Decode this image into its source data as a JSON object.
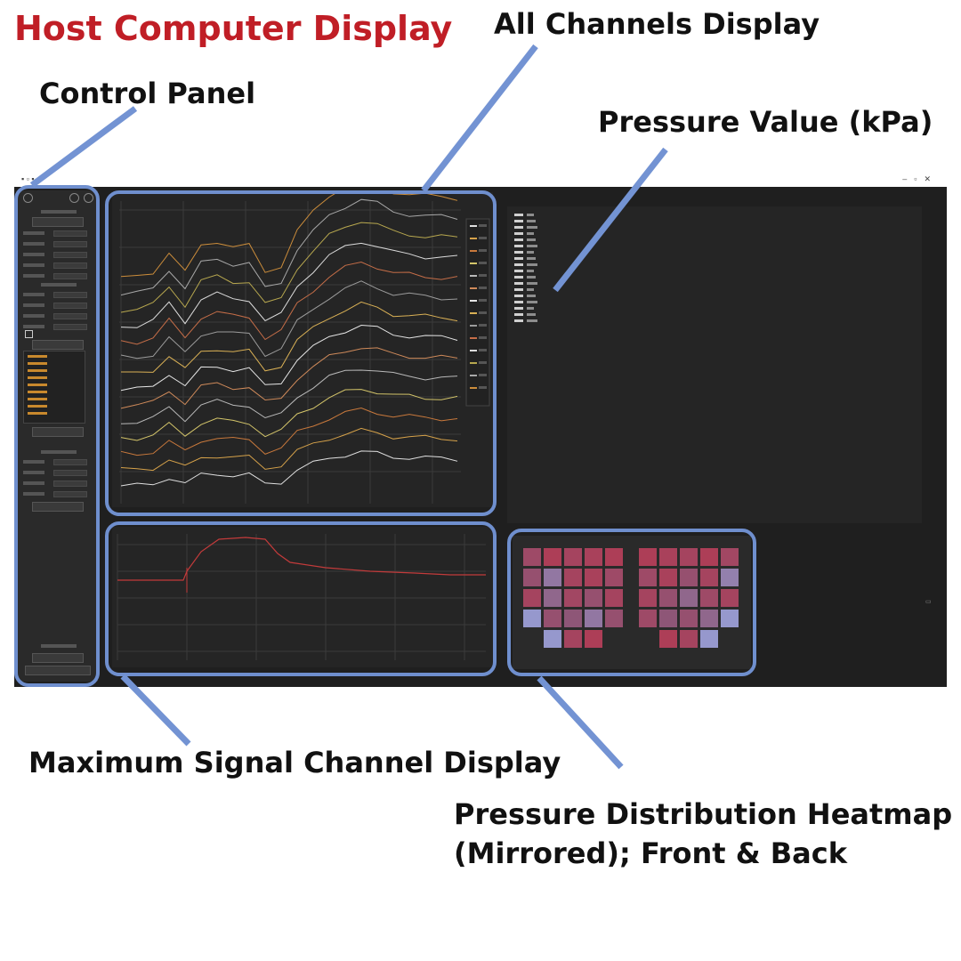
{
  "labels": {
    "main_title": "Host Computer Display",
    "all_channels": "All Channels Display",
    "control_panel": "Control Panel",
    "pressure_value": "Pressure Value (kPa)",
    "max_signal": "Maximum Signal Channel Display",
    "heatmap_line1": "Pressure Distribution Heatmap",
    "heatmap_line2": "(Mirrored); Front & Back"
  },
  "colors": {
    "title_red": "#c01e26",
    "highlight_blue": "#6f8fce",
    "app_bg": "#1f1f1f",
    "panel_bg": "#252525",
    "heat_high": "#b5384f",
    "heat_mid": "#8e5677",
    "heat_low": "#98a9e2"
  },
  "heatmap": {
    "front": [
      [
        0.7,
        0.9,
        0.8,
        0.85,
        0.9
      ],
      [
        0.6,
        0.3,
        0.8,
        0.85,
        0.7
      ],
      [
        0.8,
        0.4,
        0.75,
        0.6,
        0.8
      ],
      [
        0.1,
        0.6,
        0.5,
        0.3,
        0.6
      ],
      [
        null,
        0.1,
        0.8,
        0.9,
        null
      ]
    ],
    "back": [
      [
        0.9,
        0.85,
        0.8,
        0.9,
        0.75
      ],
      [
        0.7,
        0.85,
        0.6,
        0.8,
        0.25
      ],
      [
        0.8,
        0.6,
        0.4,
        0.7,
        0.8
      ],
      [
        0.7,
        0.5,
        0.6,
        0.4,
        0.1
      ],
      [
        null,
        0.9,
        0.8,
        0.1,
        null
      ]
    ]
  }
}
